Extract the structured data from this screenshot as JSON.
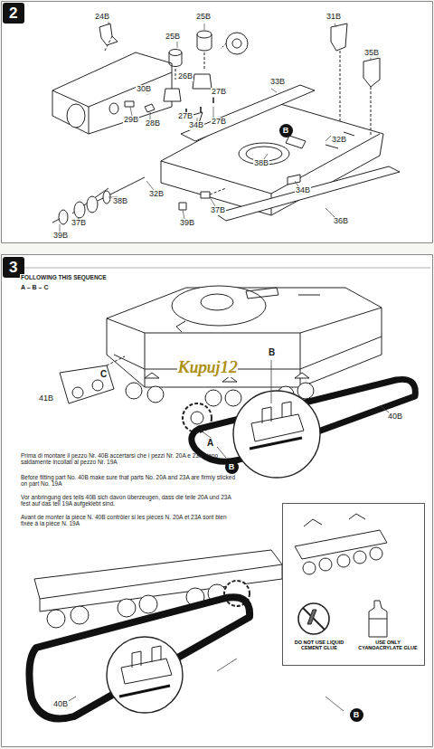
{
  "diagram": {
    "nodes": [
      {
        "text": [
          "2"
        ]
      },
      {
        "text": [
          "3"
        ]
      },
      {
        "text": [
          "B"
        ]
      },
      {
        "text": [
          "B"
        ]
      },
      {
        "text": [
          "B"
        ]
      },
      {
        "text": [
          "DO NOT USE LIQUID CEMENT GLUE",
          "USE ONLY CYANOACRYLATE GLUE"
        ]
      }
    ],
    "labels": [
      "24B",
      "25B",
      "25B",
      "26B",
      "30B",
      "27B",
      "27B",
      "27B",
      "29B",
      "28B",
      "34B",
      "33B",
      "31B",
      "35B",
      "32B",
      "38B",
      "34B",
      "36B",
      "37B",
      "32B",
      "38B",
      "37B",
      "39B",
      "39B",
      "FOLLOWING THIS SEQUENCE",
      "A – B – C",
      "C",
      "B",
      "A",
      "41B",
      "40B",
      "Kupuj12",
      "Prima di montare il pezzo Nr. 40B accertarsi che i pezzi Nr. 20A e 23A siano saldamente incollati al pezzo Nr. 19A",
      "Before fitting part No. 40B make sure that parts No. 20A and 23A are firmly sticked on part No. 19A",
      "Vor anbringung des teils 40B sich davon überzeugen, dass die teile 20A und 23A fest auf das teil 19A aufgeklebt sind.",
      "Avant de monter la pièce N. 40B contrôler si les pièces N. 20A et 23A sont bien fixée à la pièce N. 19A",
      "40B"
    ]
  }
}
